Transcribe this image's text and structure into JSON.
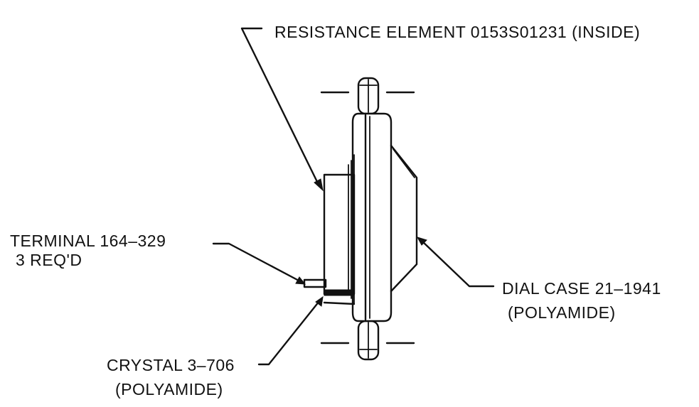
{
  "labels": {
    "resistance_element": "RESISTANCE ELEMENT 0153S01231 (INSIDE)",
    "terminal_line1": "TERMINAL 164–329",
    "terminal_line2": "3 REQ'D",
    "dial_case_line1": "DIAL CASE 21–1941",
    "dial_case_line2": "(POLYAMIDE)",
    "crystal_line1": "CRYSTAL 3–706",
    "crystal_line2": "(POLYAMIDE)"
  },
  "colors": {
    "ink": "#111111",
    "paper": "#ffffff"
  }
}
